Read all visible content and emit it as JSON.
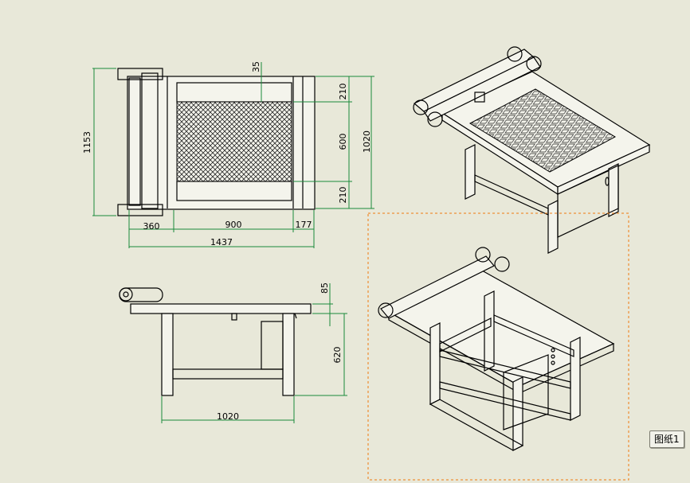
{
  "sheet": {
    "tab_label": "图纸1"
  },
  "colors": {
    "background": "#e8e8d9",
    "dimension": "#1a8a3a",
    "selection": "#f07a10",
    "line": "#000000"
  },
  "top_view": {
    "dims": {
      "overall_height": "1153",
      "top_offset": "35",
      "right_top": "210",
      "right_mid": "600",
      "right_bottom": "210",
      "right_overall": "1020",
      "left_seg": "360",
      "mid_seg": "900",
      "right_seg": "177",
      "overall_width": "1437"
    }
  },
  "front_view": {
    "dims": {
      "top_thickness": "85",
      "height": "620",
      "width": "1020"
    }
  }
}
